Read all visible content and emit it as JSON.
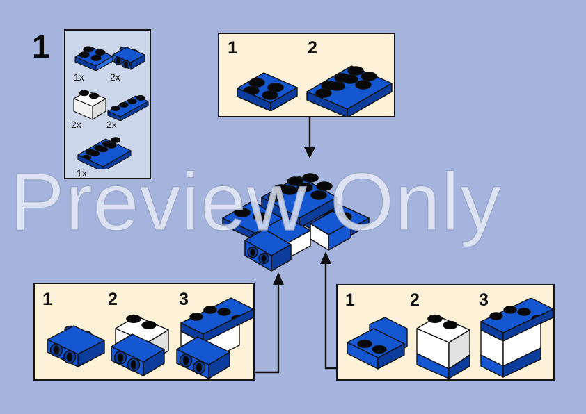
{
  "page": {
    "background_color": "#a4b4dc",
    "watermark_text": "Preview Only",
    "watermark_color": "#e9edf7"
  },
  "colors": {
    "brick_blue": "#1557d0",
    "brick_blue_dark": "#0d3d9c",
    "brick_blue_light": "#2f6fe0",
    "brick_white": "#ffffff",
    "brick_white_shade": "#e2e2e2",
    "stud_black": "#080808",
    "outline": "#101010",
    "panel_cream": "#fdf2d8",
    "panel_lavender": "#ccd6ea"
  },
  "parts_list": {
    "step_label": "1",
    "items": [
      {
        "name": "plate-2x2-blue",
        "qty": "1x"
      },
      {
        "name": "bracket-1x2-blue",
        "qty": "2x"
      },
      {
        "name": "brick-1x2-white",
        "qty": "2x"
      },
      {
        "name": "plate-1x4-blue",
        "qty": "2x"
      },
      {
        "name": "plate-2x4-blue",
        "qty": "1x"
      }
    ]
  },
  "top_assembly": {
    "steps": [
      {
        "label": "1",
        "part": "plate-2x2-blue"
      },
      {
        "label": "2",
        "part": "plate-2x4-blue"
      }
    ]
  },
  "left_assembly": {
    "steps": [
      {
        "label": "1",
        "part": "bracket-1x2-blue"
      },
      {
        "label": "2",
        "part": "bracket-plus-white-brick"
      },
      {
        "label": "3",
        "part": "bracket-white-brick-plate-1x4"
      }
    ]
  },
  "right_assembly": {
    "steps": [
      {
        "label": "1",
        "part": "bracket-1x2-blue-mirror"
      },
      {
        "label": "2",
        "part": "bracket-plus-white-brick-mirror"
      },
      {
        "label": "3",
        "part": "bracket-white-brick-plate-1x4-mirror"
      }
    ]
  },
  "arrows": [
    {
      "name": "arrow-top-to-model",
      "direction": "down"
    },
    {
      "name": "arrow-left-to-model",
      "direction": "up"
    },
    {
      "name": "arrow-right-to-model",
      "direction": "up"
    }
  ],
  "model": {
    "name": "assembled-model"
  }
}
